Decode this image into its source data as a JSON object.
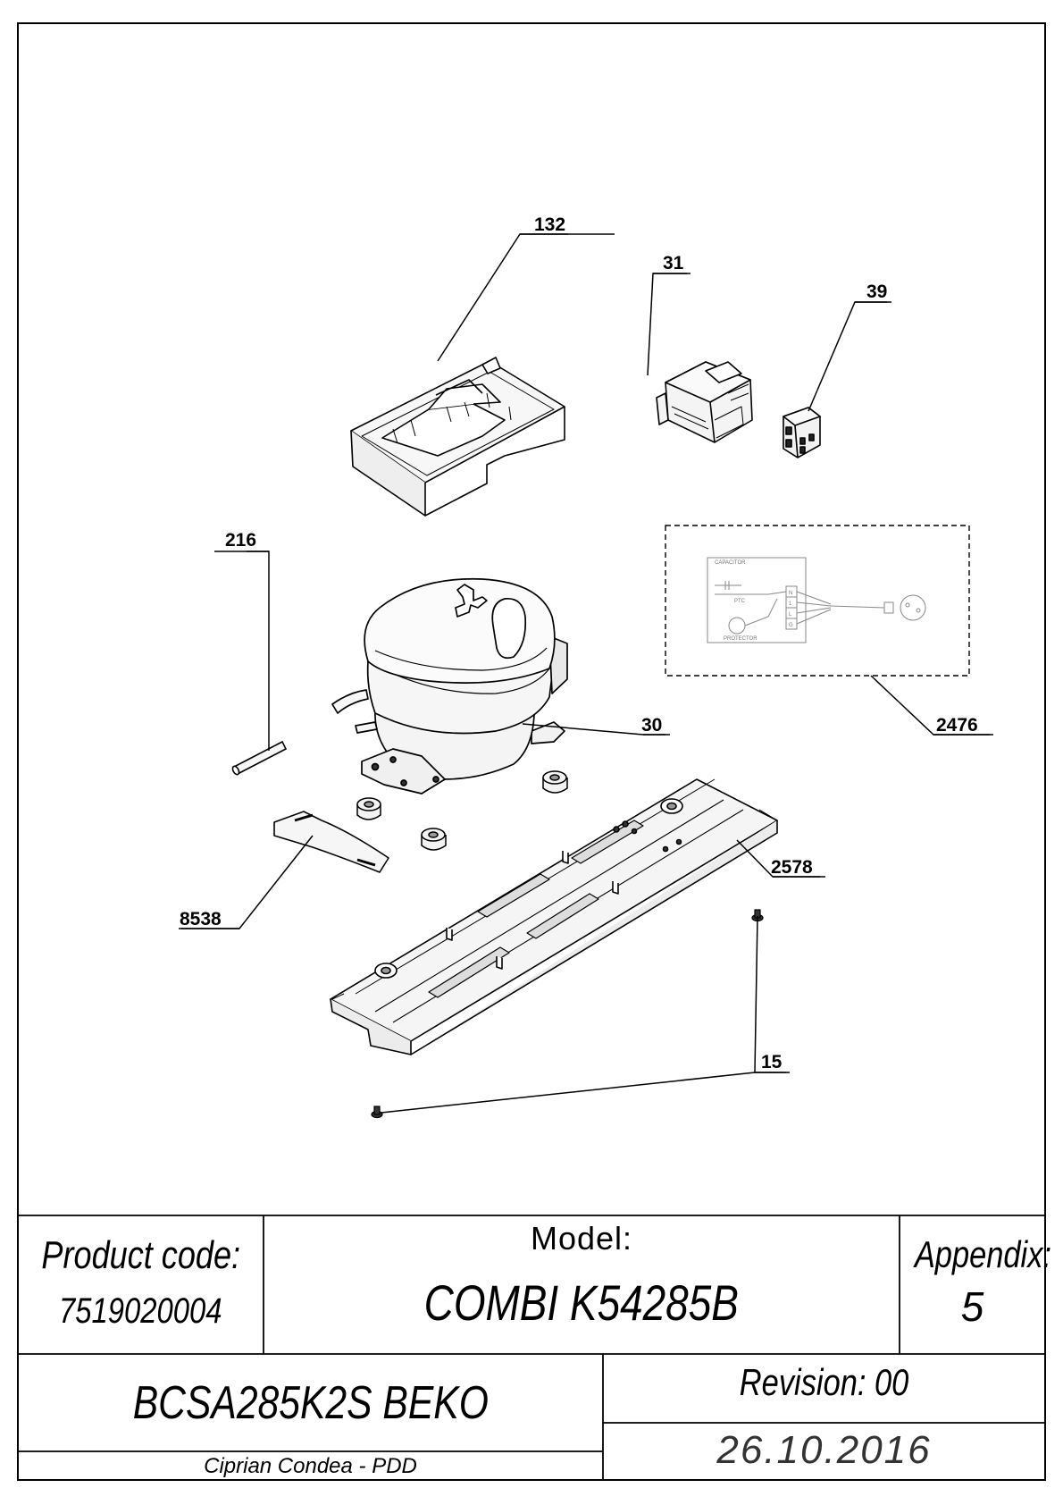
{
  "callouts": {
    "c132": "132",
    "c31": "31",
    "c39": "39",
    "c216": "216",
    "c30": "30",
    "c2476": "2476",
    "c2578": "2578",
    "c8538": "8538",
    "c15": "15"
  },
  "wiring": {
    "capacitor": "CAPACITOR",
    "ptc": "PTC",
    "protector": "PROTECTOR",
    "terminals": [
      "N",
      "1",
      "L",
      "G"
    ]
  },
  "title_block": {
    "product_code_label": "Product code:",
    "product_code": "7519020004",
    "model_label": "Model:",
    "model": "COMBI K54285B",
    "appendix_label": "Appendix:",
    "appendix": "5",
    "name": "BCSA285K2S BEKO",
    "revision": "Revision: 00",
    "author": "Ciprian Condea - PDD",
    "date": "26.10.2016"
  }
}
